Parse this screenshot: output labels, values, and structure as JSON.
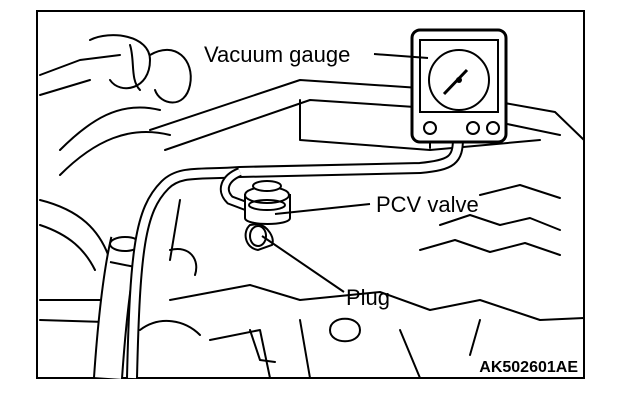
{
  "figure": {
    "labels": {
      "vacuum_gauge": "Vacuum gauge",
      "pcv_valve": "PCV valve",
      "plug": "Plug"
    },
    "figure_code": "AK502601AE"
  }
}
